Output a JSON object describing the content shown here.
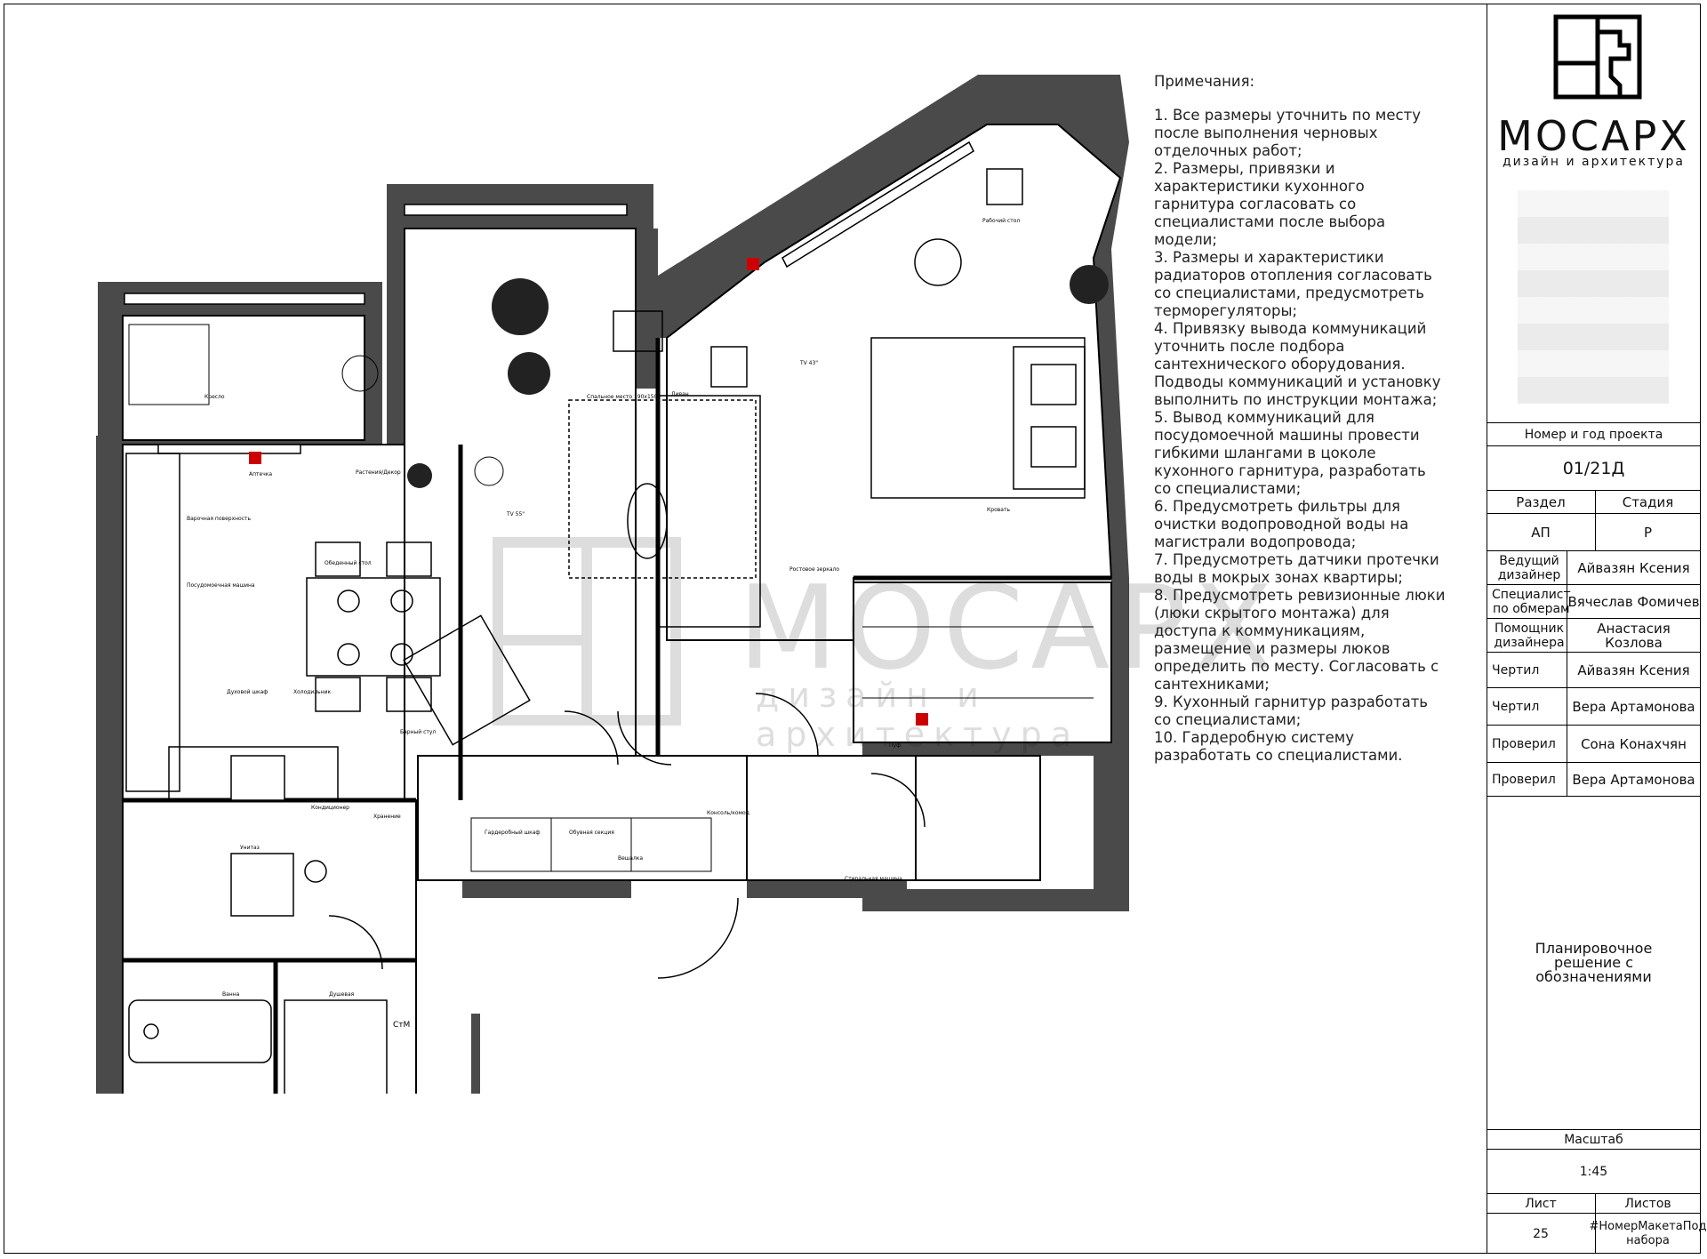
{
  "notes": {
    "title": "Примечания:",
    "items": [
      "1. Все размеры уточнить по месту после выполнения черновых отделочных работ;",
      "2. Размеры, привязки и характеристики кухонного гарнитура согласовать со специалистами после выбора модели;",
      "3. Размеры и характеристики радиаторов отопления согласовать со специалистами, предусмотреть терморегуляторы;",
      "4. Привязку вывода коммуникаций уточнить после подбора сантехнического оборудования. Подводы коммуникаций и установку выполнить по инструкции монтажа;",
      "5. Вывод коммуникаций для посудомоечной машины провести гибкими шлангами в цоколе кухонного гарнитура, разработать со специалистами;",
      "6. Предусмотреть фильтры для очистки водопроводной воды на магистрали водопровода;",
      "7. Предусмотреть датчики протечки воды в мокрых зонах квартиры;",
      "8. Предусмотреть ревизионные люки (люки скрытого монтажа) для доступа к коммуникациям, размещение и размеры люков определить по месту. Согласовать с сантехниками;",
      "9. Кухонный гарнитур разработать со специалистами;",
      "10. Гардеробную систему разработать со специалистами."
    ]
  },
  "stamp": {
    "logo_name": "МОСАРХ",
    "logo_subtitle": "дизайн и архитектура",
    "project_label": "Номер и год проекта",
    "project_value": "01/21Д",
    "section_label": "Раздел",
    "section_value": "АП",
    "stage_label": "Стадия",
    "stage_value": "Р",
    "lead_label": "Ведущий дизайнер",
    "lead_value": "Айвазян Ксения",
    "measure_label": "Специалист по обмерам",
    "measure_value": "Вячеслав Фомичев",
    "assistant_label": "Помощник дизайнера",
    "assistant_value": "Анастасия Козлова",
    "drew1_label": "Чертил",
    "drew1_value": "Айвазян Ксения",
    "drew2_label": "Чертил",
    "drew2_value": "Вера Артамонова",
    "check1_label": "Проверил",
    "check1_value": "Сона Конахчян",
    "check2_label": "Проверил",
    "check2_value": "Вера Артамонова",
    "sheet_title": "Планировочное решение с обозначениями",
    "scale_label": "Масштаб",
    "scale_value": "1:45",
    "sheet_label": "Лист",
    "sheet_value": "25",
    "sheets_label": "Листов",
    "sheets_value": "#НомерМакетаПод набора"
  },
  "plan": {
    "labels": {
      "kitchen_dining": "Обеденный стол",
      "sofa": "Диван",
      "sleep_place": "Спальное место 190х150",
      "tv_living": "TV 55\"",
      "tv_bed": "TV 43\"",
      "bed": "Кровать",
      "armchair": "Кресло",
      "wardrobe": "Гардеробный шкаф",
      "shoes": "Обувная секция",
      "washer": "Стиральная машина",
      "bath": "Ванна",
      "wc": "Унитаз",
      "shower": "Душевая",
      "dishwasher": "Посудомоечная машина",
      "cooktop": "Варочная поверхность",
      "oven": "Духовой шкаф",
      "fridge": "Холодильник",
      "conditioner": "Кондиционер",
      "desk": "Рабочий стол",
      "pouf": "Пуф",
      "hanger": "Вешалка",
      "mirror": "Ростовое зеркало",
      "console": "Консоль/комод",
      "storage": "Хранение",
      "first_aid": "Аптечка",
      "plants": "Растения/Декор",
      "bar_stool": "Барный стул",
      "bath_wm": "СтМ"
    },
    "watermark_name": "МОСАРХ",
    "watermark_sub": "дизайн и архитектура"
  }
}
